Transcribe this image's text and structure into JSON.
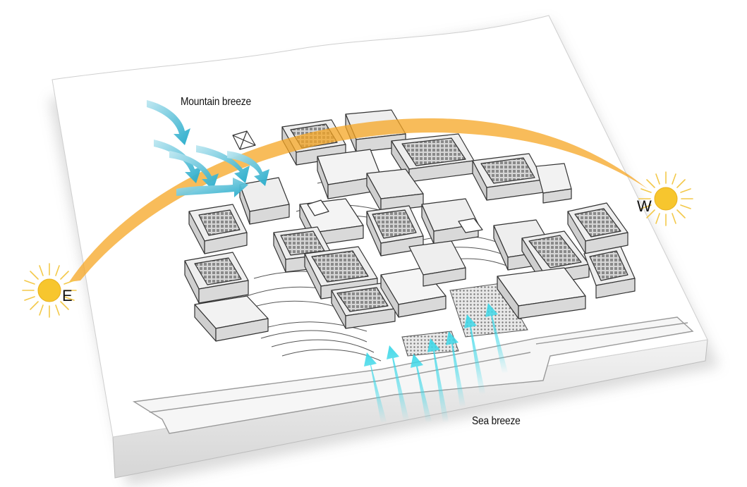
{
  "labels": {
    "mountain": "Mountain breeze",
    "sea": "Sea breeze",
    "east": "E",
    "west": "W"
  },
  "colors": {
    "sun_path": "#f5a623",
    "sun": "#f7c62e",
    "sun_rays": "#f3c94a",
    "mountain_breeze": "#1fa9c9",
    "sea_breeze": "#3fd8e8",
    "site_base": "#ffffff",
    "building_fill": "#d9d9d9",
    "building_roof": "#eeeeee",
    "outline": "#333333"
  },
  "icons": {
    "sun": "sun-icon",
    "mountain_breeze": "curved-arrow-icon",
    "sea_breeze": "up-arrow-icon"
  }
}
